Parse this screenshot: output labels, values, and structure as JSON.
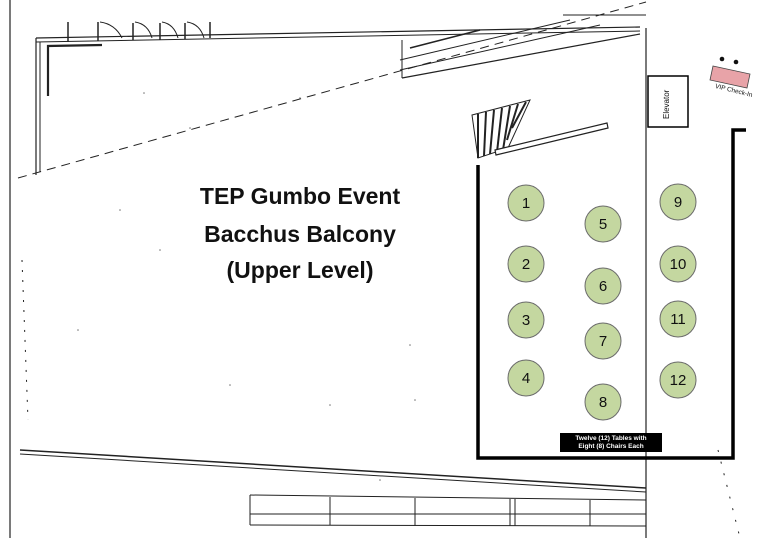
{
  "title": {
    "line1": "TEP Gumbo Event",
    "line2": "Bacchus Balcony",
    "line3": "(Upper Level)"
  },
  "elevator": {
    "label": "Elevator"
  },
  "vip": {
    "label": "VIP Check-In"
  },
  "caption": {
    "line1": "Twelve (12) Tables with",
    "line2": "Eight (8) Chairs Each"
  },
  "tables": [
    {
      "label": "1"
    },
    {
      "label": "2"
    },
    {
      "label": "3"
    },
    {
      "label": "4"
    },
    {
      "label": "5"
    },
    {
      "label": "6"
    },
    {
      "label": "7"
    },
    {
      "label": "8"
    },
    {
      "label": "9"
    },
    {
      "label": "10"
    },
    {
      "label": "11"
    },
    {
      "label": "12"
    }
  ],
  "colors": {
    "table_fill": "#c4d7a0",
    "table_stroke": "#6b6b6b",
    "vip_fill": "#e8a3a8"
  }
}
